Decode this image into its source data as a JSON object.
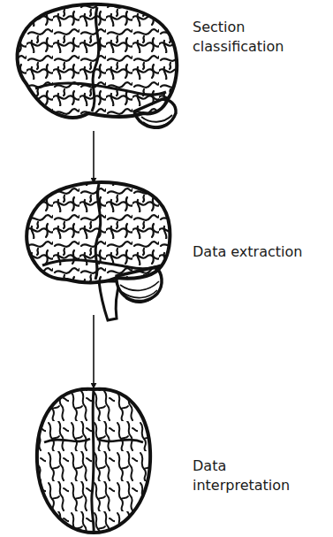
{
  "diagram": {
    "nodes": [
      {
        "text": [
          "Section classification"
        ]
      },
      {
        "text": [
          "Data extraction"
        ]
      },
      {
        "text": [
          "Data interpretation"
        ]
      }
    ],
    "edges": [
      {
        "from": 0,
        "to": 1,
        "arrow": "to"
      },
      {
        "from": 1,
        "to": 2,
        "arrow": "to"
      }
    ]
  }
}
